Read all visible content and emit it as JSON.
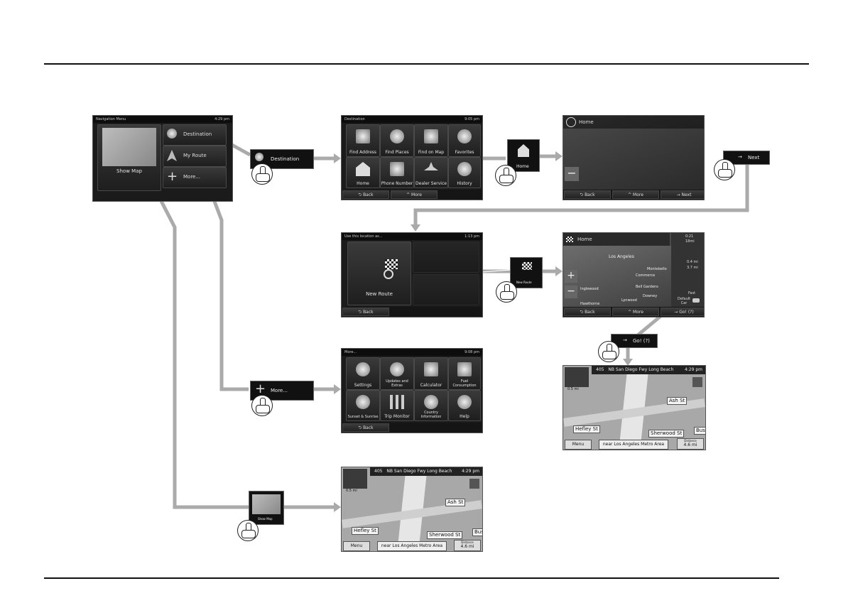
{
  "nav_menu": {
    "title": "Navigation Menu",
    "time": "4:29 pm",
    "destination": "Destination",
    "my_route": "My Route",
    "more": "More...",
    "show_map": "Show Map"
  },
  "callouts": {
    "destination": "Destination",
    "home": "Home",
    "next": "Next",
    "new_route": "New Route",
    "go": "Go! (?)",
    "more": "More...",
    "show_map": "Show Map"
  },
  "dest_screen": {
    "title": "Destination",
    "time": "9:05 pm",
    "tiles": [
      "Find Address",
      "Find Places",
      "Find on Map",
      "Favorites",
      "Home",
      "Phone Number",
      "Dealer Service",
      "History"
    ],
    "back": "Back",
    "more": "More"
  },
  "home_screen": {
    "title": "Home",
    "back": "Back",
    "more": "More",
    "next": "Next"
  },
  "use_screen": {
    "title": "Use this location as...",
    "time": "1:13 pm",
    "new_route": "New Route",
    "back": "Back"
  },
  "route_screen": {
    "title": "Home",
    "time": "0:21",
    "dist": "18mi",
    "places": [
      "Los Angeles",
      "Montebello",
      "Commerce",
      "Bell Gardens",
      "Lynwood",
      "Downey",
      "Inglewood",
      "Hawthorne"
    ],
    "side": {
      "a": "0.4 mi",
      "b": "3.7 mi",
      "fast": "Fast",
      "car": "Default Car"
    },
    "back": "Back",
    "more": "More",
    "go": "Go! (?)"
  },
  "more_screen": {
    "title": "More...",
    "time": "9:08 pm",
    "tiles": [
      "Settings",
      "Updates and Extras",
      "Calculator",
      "Fuel Consumption",
      "Sunset & Sunrise",
      "Trip Monitor",
      "Country Information",
      "Help"
    ],
    "back": "Back"
  },
  "map_screen": {
    "road": "NB San Diego Fwy Long Beach",
    "exit": "405",
    "time": "4:29 pm",
    "dist_turn": "0.5 mi",
    "streets": [
      "Ash St",
      "Hefley St",
      "Sherwood St",
      "Bus"
    ],
    "menu": "Menu",
    "near": "near Los Angeles Metro Area",
    "distance_label": "Distance",
    "distance": "4.6 mi"
  }
}
